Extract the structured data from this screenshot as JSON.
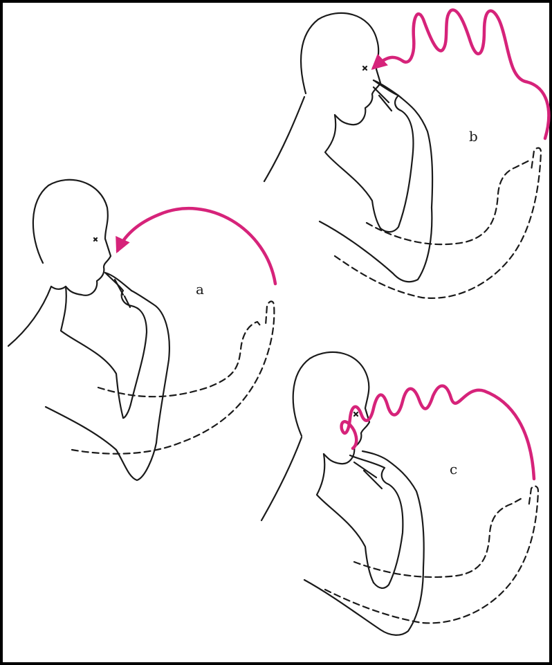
{
  "colors": {
    "accent": "#d6237a",
    "line": "#1a1a1a",
    "border": "#000000",
    "background": "#ffffff"
  },
  "panels": [
    {
      "label": "a"
    },
    {
      "label": "b"
    },
    {
      "label": "c"
    }
  ]
}
